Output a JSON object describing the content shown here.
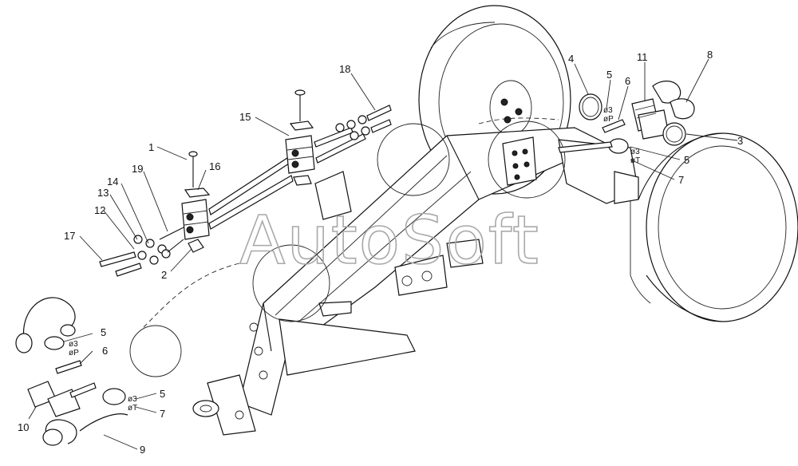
{
  "watermark": "AutoSoft",
  "callouts": [
    {
      "id": "c1",
      "text": "1"
    },
    {
      "id": "c2",
      "text": "2"
    },
    {
      "id": "c3",
      "text": "3"
    },
    {
      "id": "c4",
      "text": "4"
    },
    {
      "id": "c5a",
      "text": "5"
    },
    {
      "id": "c5b",
      "text": "5"
    },
    {
      "id": "c5c",
      "text": "5"
    },
    {
      "id": "c5d",
      "text": "5"
    },
    {
      "id": "c6a",
      "text": "6"
    },
    {
      "id": "c6b",
      "text": "6"
    },
    {
      "id": "c7a",
      "text": "7"
    },
    {
      "id": "c7b",
      "text": "7"
    },
    {
      "id": "c8",
      "text": "8"
    },
    {
      "id": "c9",
      "text": "9"
    },
    {
      "id": "c10",
      "text": "10"
    },
    {
      "id": "c11",
      "text": "11"
    },
    {
      "id": "c12",
      "text": "12"
    },
    {
      "id": "c13",
      "text": "13"
    },
    {
      "id": "c14",
      "text": "14"
    },
    {
      "id": "c15",
      "text": "15"
    },
    {
      "id": "c16",
      "text": "16"
    },
    {
      "id": "c17",
      "text": "17"
    },
    {
      "id": "c18",
      "text": "18"
    },
    {
      "id": "c19",
      "text": "19"
    }
  ],
  "ring_marks": {
    "phi3": "ø3",
    "phiP": "øP",
    "phiT": "øT"
  }
}
